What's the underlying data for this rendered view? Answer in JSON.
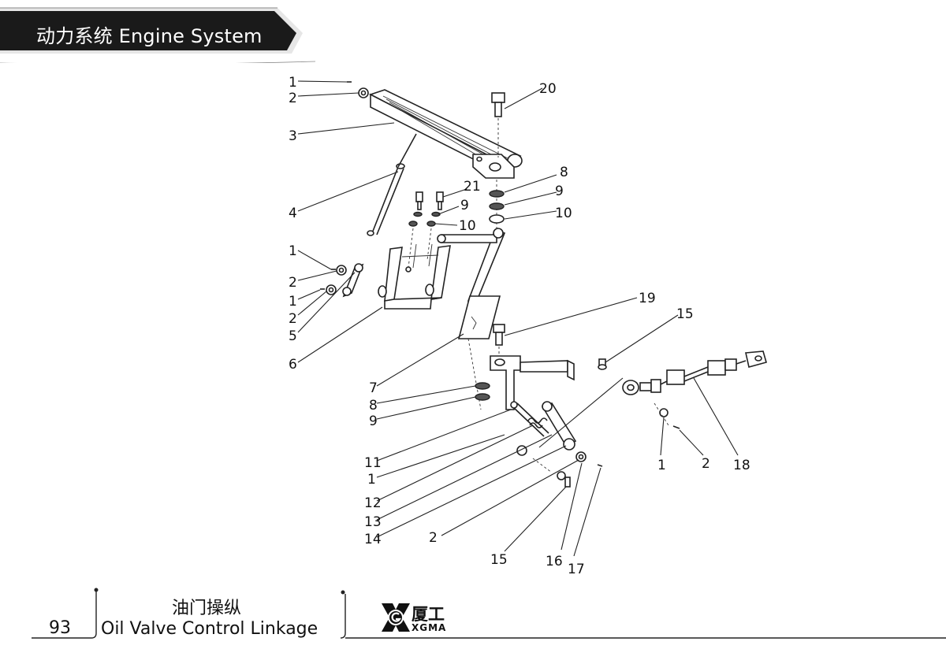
{
  "header": {
    "section_title": "动力系统  Engine System"
  },
  "footer": {
    "page_number": "93",
    "title_cn": "油门操纵",
    "title_en": "Oil Valve Control Linkage",
    "brand_cn": "厦工",
    "brand_en": "XGMA",
    "logo_icon": "xgma-logo-icon"
  },
  "callouts": {
    "c1a": "1",
    "c2a": "2",
    "c3": "3",
    "c4": "4",
    "c1b": "1",
    "c2b": "2",
    "c1c": "1",
    "c2c": "2",
    "c5": "5",
    "c6": "6",
    "c7": "7",
    "c8a": "8",
    "c9a": "9",
    "c11": "11",
    "c1d": "1",
    "c12": "12",
    "c13": "13",
    "c14": "14",
    "c2d": "2",
    "c15a": "15",
    "c16": "16",
    "c17": "17",
    "c20": "20",
    "c8b": "8",
    "c9b": "9",
    "c10b": "10",
    "c21": "21",
    "c9c": "9",
    "c10c": "10",
    "c19": "19",
    "c15b": "15",
    "c1e": "1",
    "c2e": "2",
    "c18": "18"
  }
}
